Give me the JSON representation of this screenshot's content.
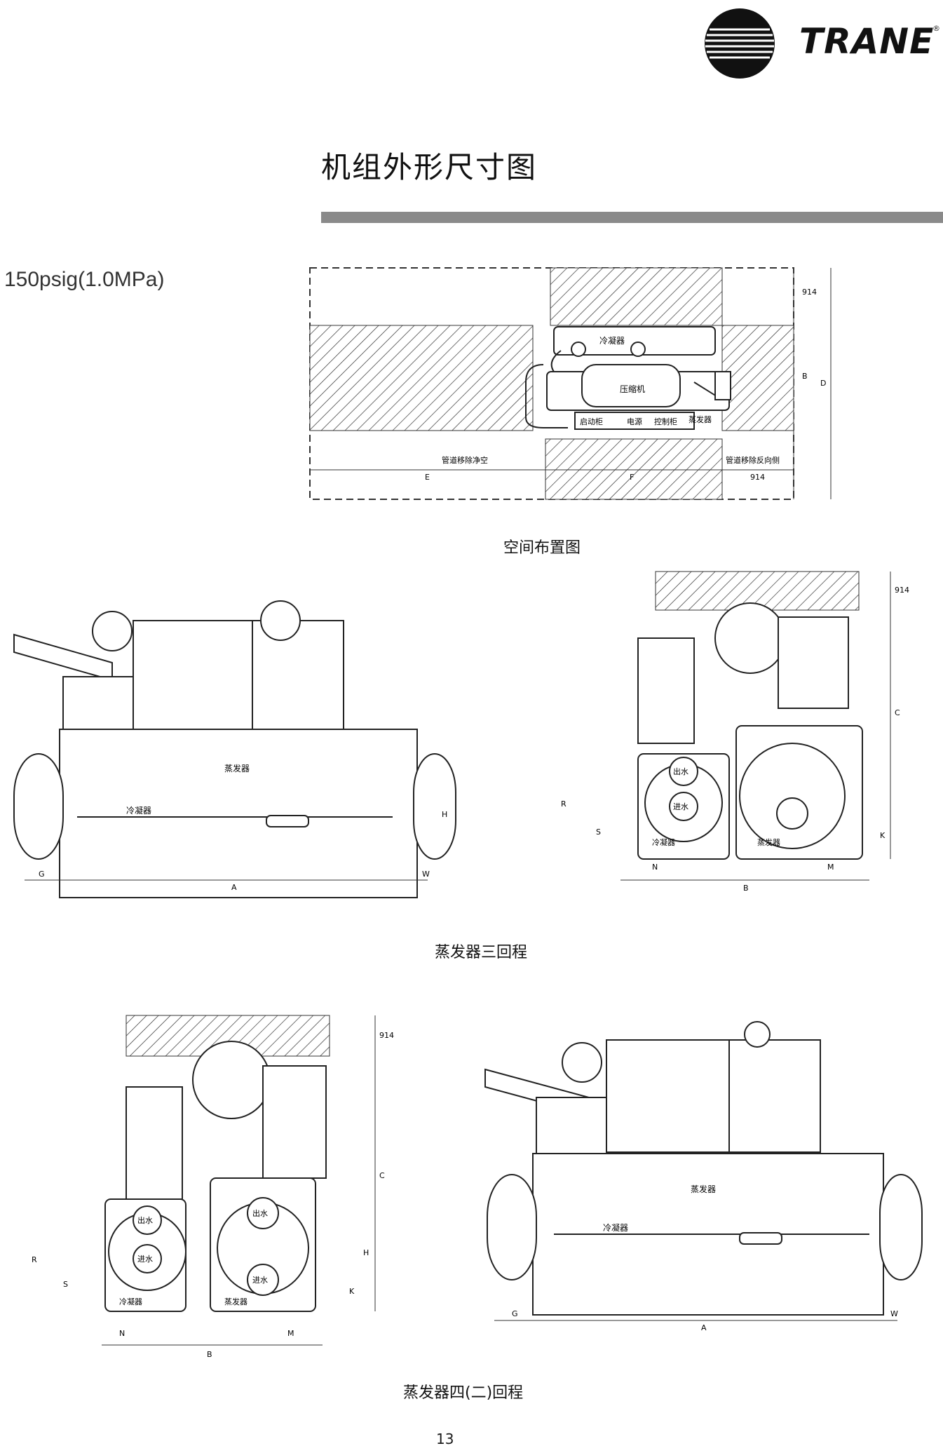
{
  "brand": {
    "name": "TRANE",
    "reg_mark": "®",
    "logo_icon": "trane-globe-logo"
  },
  "title": "机组外形尺寸图",
  "pressure_rating": "150psig(1.0MPa)",
  "layout_drawing": {
    "caption": "空间布置图",
    "labels": {
      "condenser": "冷凝器",
      "compressor": "压缩机",
      "evaporator": "蒸发器",
      "starter": "启动柜",
      "power": "电源",
      "control": "控制柜",
      "pipe_clear": "管道移除净空",
      "pipe_reverse": "管道移除反向侧"
    },
    "dims": {
      "e": "E",
      "f": "F",
      "b": "B",
      "d": "D",
      "c914a": "914",
      "c914b": "914"
    }
  },
  "three_pass": {
    "caption": "蒸发器三回程",
    "side": {
      "evap": "蒸发器",
      "cond": "冷凝器",
      "g": "G",
      "a": "A",
      "w": "W",
      "h": "H"
    },
    "end": {
      "out": "出水",
      "in": "进水",
      "cond": "冷凝器",
      "evap": "蒸发器",
      "r": "R",
      "s": "S",
      "k": "K",
      "n": "N",
      "m": "M",
      "b": "B",
      "c": "C",
      "c914": "914"
    }
  },
  "four_pass": {
    "caption": "蒸发器四(二)回程",
    "end": {
      "out1": "出水",
      "in1": "进水",
      "out2": "出水",
      "in2": "进水",
      "cond": "冷凝器",
      "evap": "蒸发器",
      "r": "R",
      "s": "S",
      "h": "H",
      "k": "K",
      "n": "N",
      "m": "M",
      "b": "B",
      "c": "C",
      "c914": "914"
    },
    "side": {
      "evap": "蒸发器",
      "cond": "冷凝器",
      "g": "G",
      "a": "A",
      "w": "W"
    }
  },
  "page_number": "13"
}
